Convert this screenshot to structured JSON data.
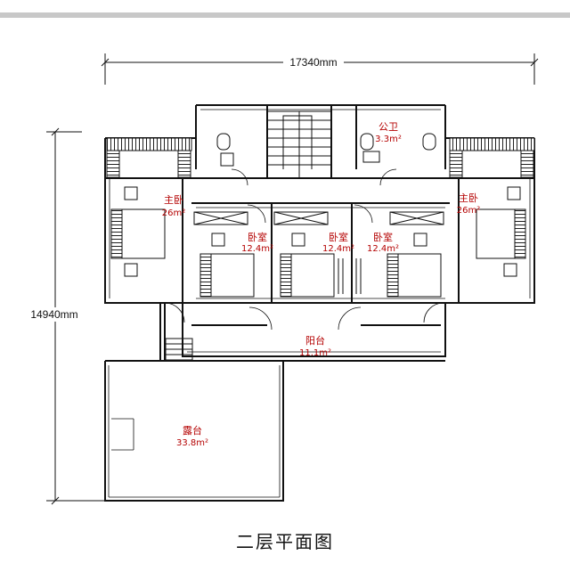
{
  "title": "二层平面图",
  "dimensions": {
    "width": "17340mm",
    "height": "14940mm"
  },
  "rooms": [
    {
      "id": "master-left",
      "name": "主卧",
      "area": "26m²"
    },
    {
      "id": "toilet",
      "name": "公卫",
      "area": "3.3m²"
    },
    {
      "id": "master-right",
      "name": "主卧",
      "area": "26m²"
    },
    {
      "id": "bed-1",
      "name": "卧室",
      "area": "12.4m²"
    },
    {
      "id": "bed-2",
      "name": "卧室",
      "area": "12.4m²"
    },
    {
      "id": "bed-3",
      "name": "卧室",
      "area": "12.4m²"
    },
    {
      "id": "balcony",
      "name": "阳台",
      "area": "11.1m²"
    },
    {
      "id": "terrace",
      "name": "露台",
      "area": "33.8m²"
    }
  ]
}
